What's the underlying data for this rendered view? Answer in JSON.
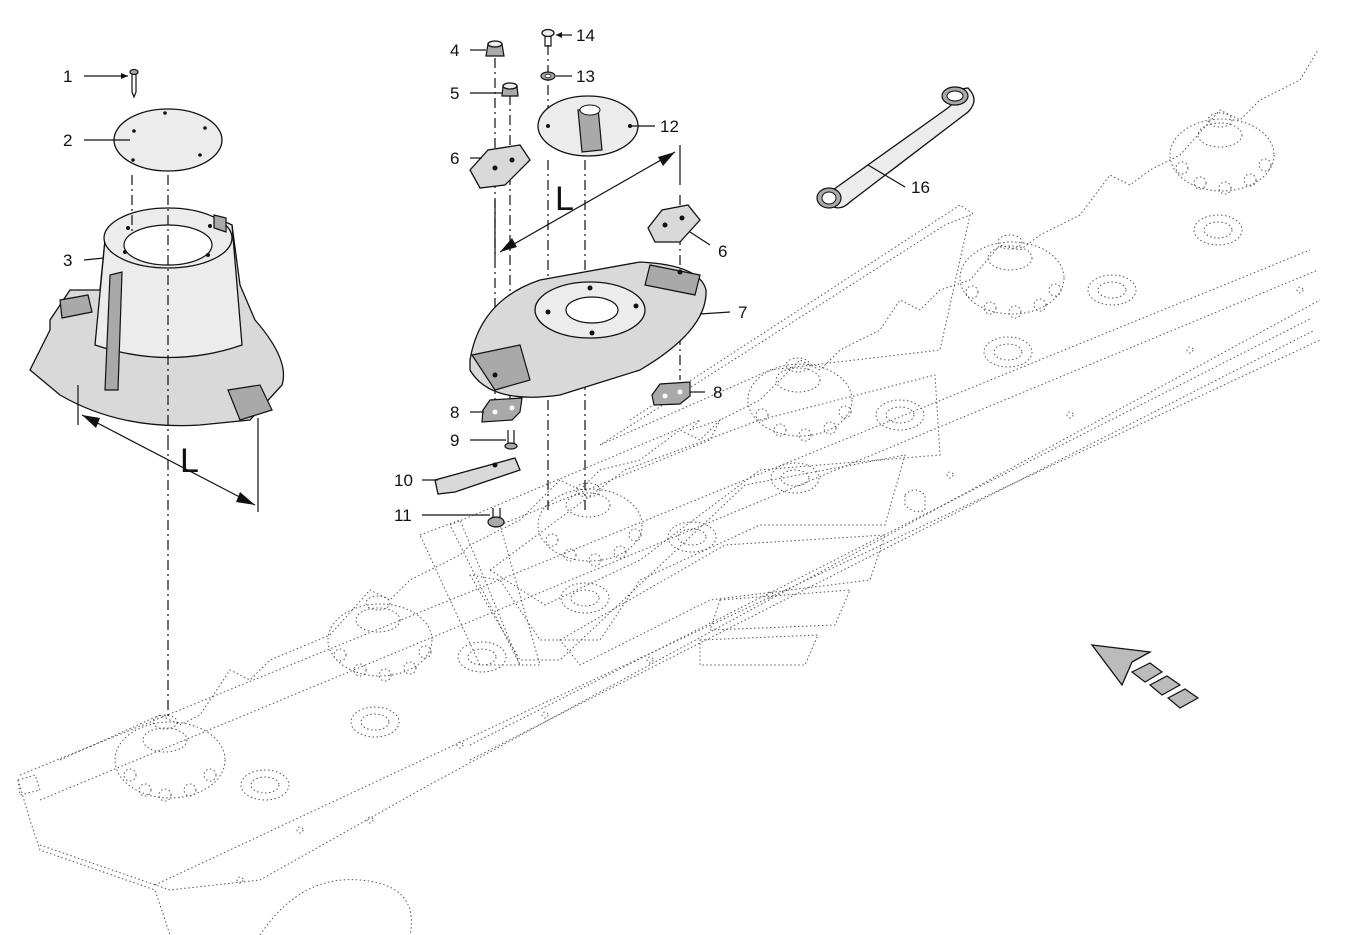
{
  "diagram": {
    "callouts": [
      "1",
      "2",
      "3",
      "4",
      "5",
      "6",
      "6",
      "7",
      "8",
      "8",
      "9",
      "10",
      "11",
      "12",
      "13",
      "14",
      "16"
    ],
    "dimension_label": "L"
  }
}
